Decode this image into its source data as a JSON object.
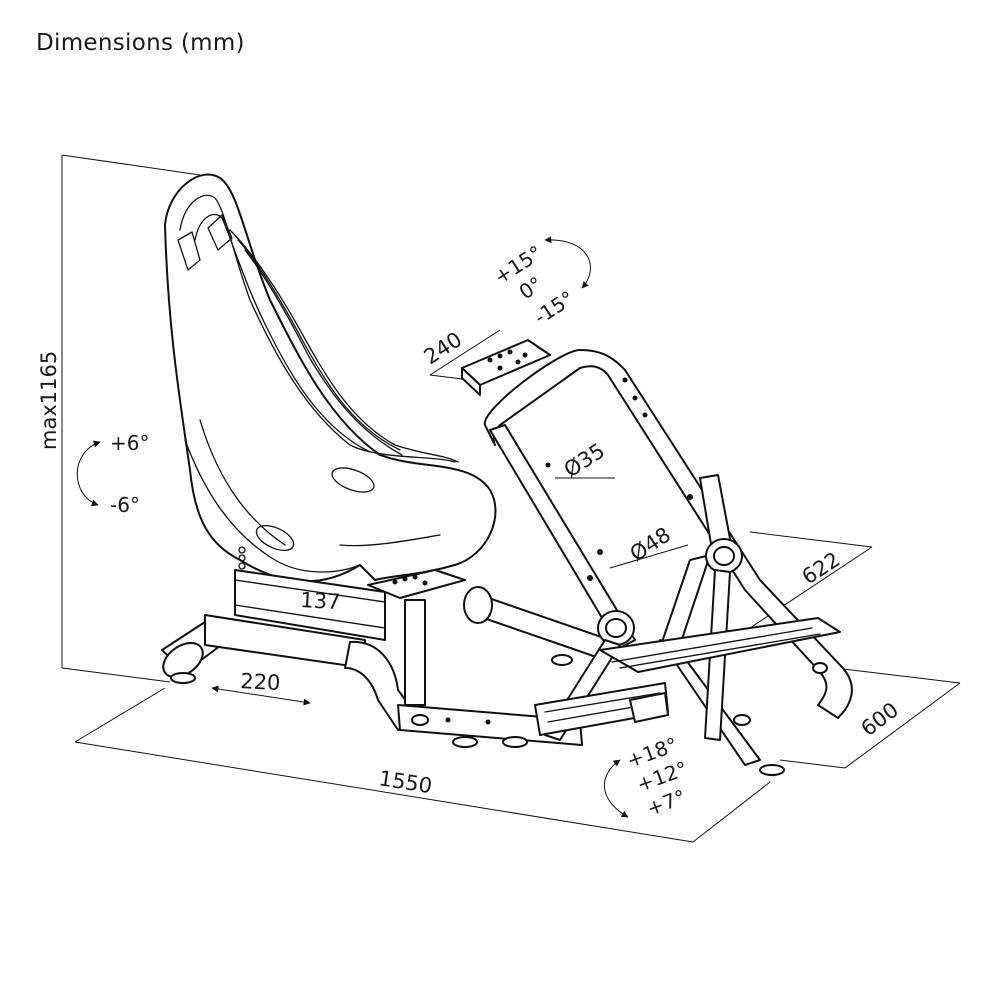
{
  "title": "Dimensions (mm)",
  "dimensions": {
    "height": "max1165",
    "length": "1550",
    "seat_slide": "220",
    "seat_offset": "137",
    "wheel_plate": "240",
    "upper_tube": "Ø35",
    "lower_tube": "Ø48",
    "pedal_depth": "622",
    "width": "600"
  },
  "angles": {
    "seat": [
      "+6°",
      "-6°"
    ],
    "wheel": [
      "+15°",
      "0°",
      "-15°"
    ],
    "pedal": [
      "+18°",
      "+12°",
      "+7°"
    ]
  }
}
